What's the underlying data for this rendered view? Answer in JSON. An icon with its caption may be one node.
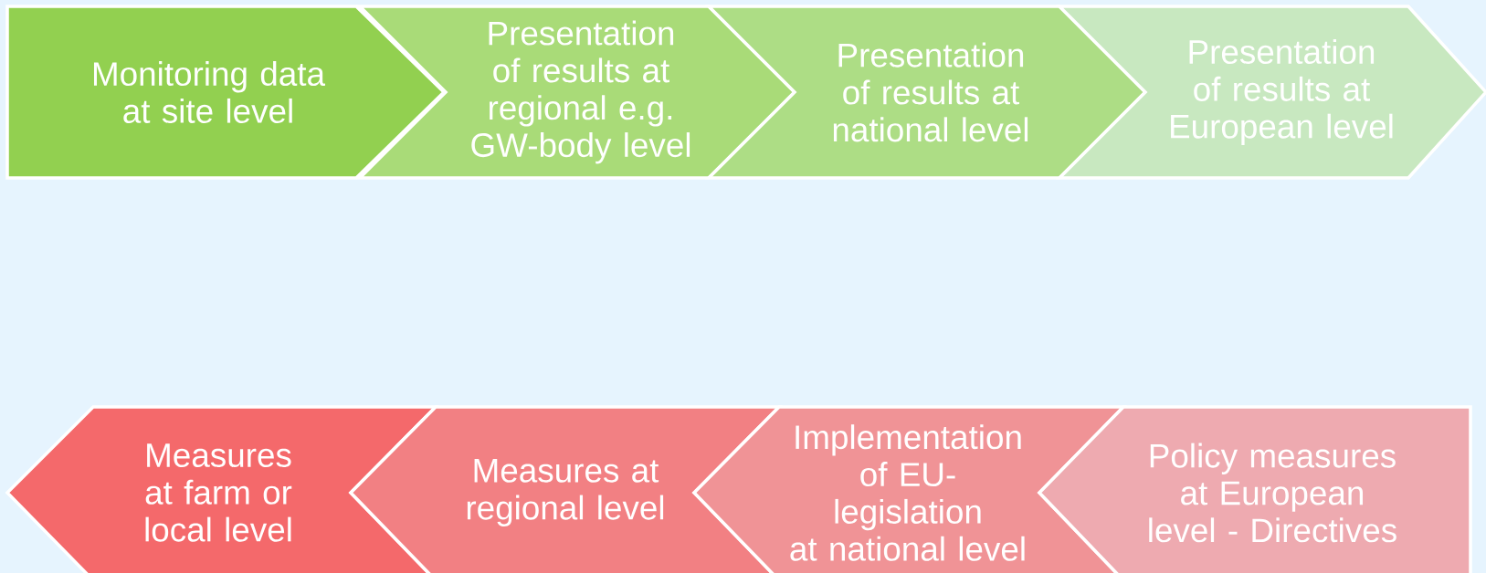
{
  "diagram": {
    "nodes": [
      {
        "text": [
          "Monitoring data at site level"
        ]
      },
      {
        "text": [
          "Presentation of results at regional e.g. GW-body level"
        ]
      },
      {
        "text": [
          "Presentation of results at national level"
        ]
      },
      {
        "text": [
          "Presentation of results at European level"
        ]
      },
      {
        "text": [
          "Measures at farm or local level"
        ]
      },
      {
        "text": [
          "Measures at regional level"
        ]
      },
      {
        "text": [
          "Implementation of EU-legislation at national level"
        ]
      },
      {
        "text": [
          "Policy measures at European level - Directives"
        ]
      }
    ]
  }
}
